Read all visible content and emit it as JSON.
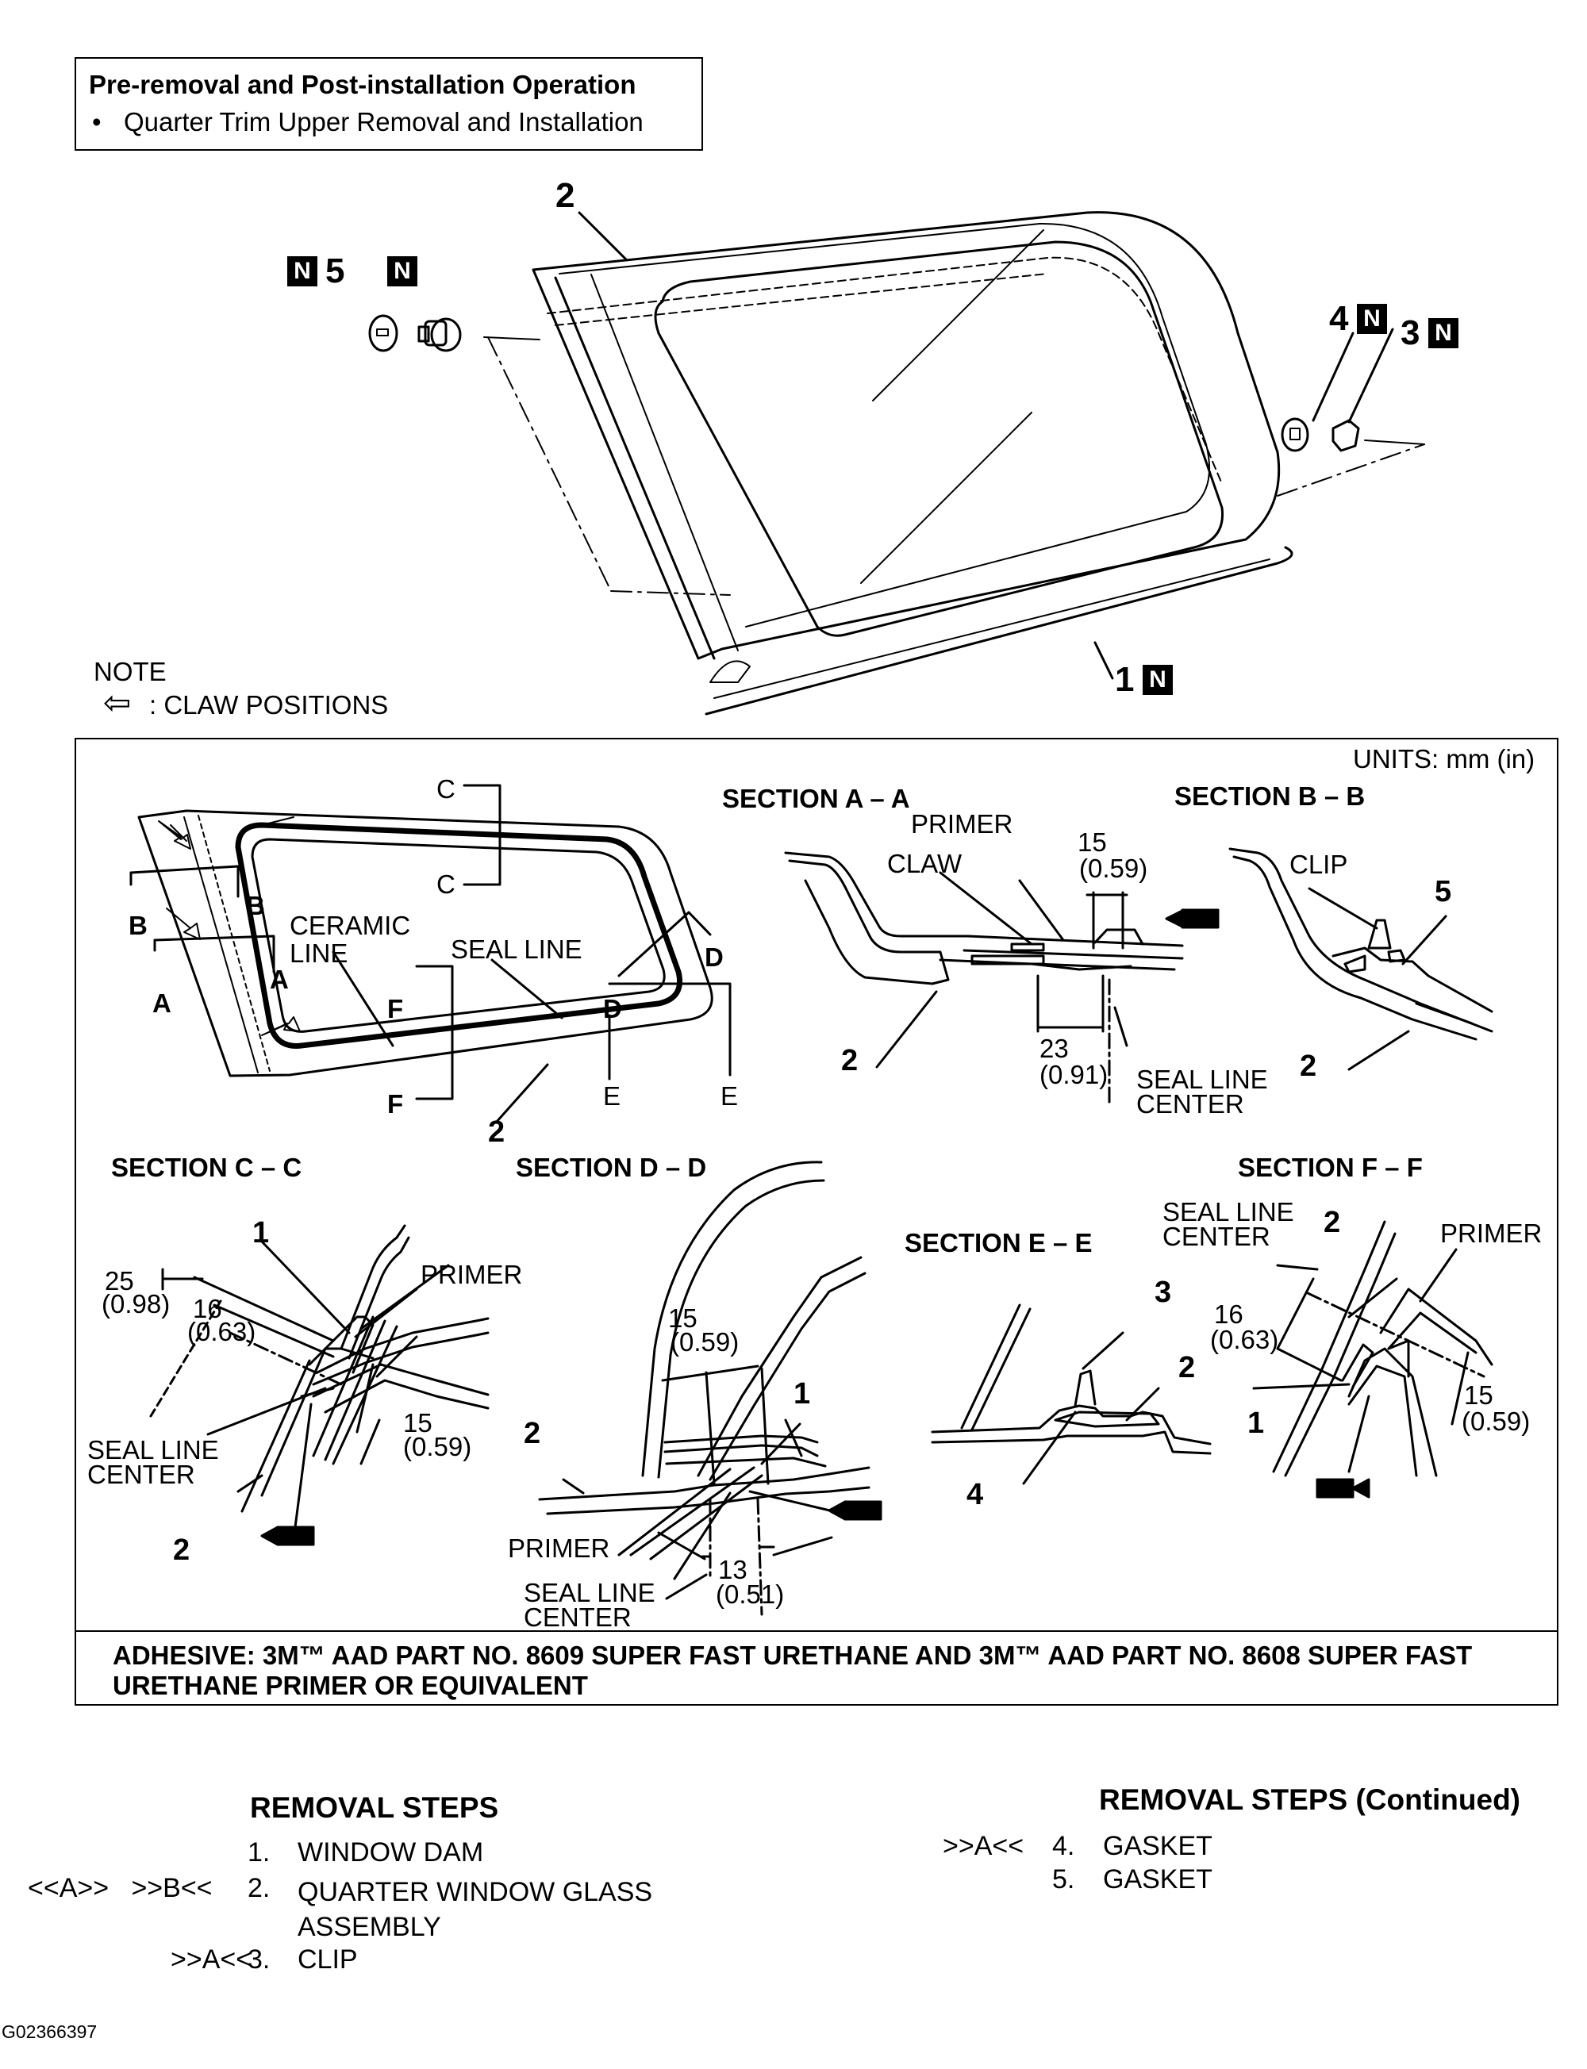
{
  "pre_op": {
    "title": "Pre-removal and Post-installation Operation",
    "bullet": "•",
    "item": "Quarter Trim Upper Removal and Installation"
  },
  "note": {
    "label": "NOTE",
    "arrow_glyph": "⇦",
    "claw_positions": ": CLAW POSITIONS"
  },
  "top_callouts": {
    "c2": "2",
    "c5": "5",
    "c4": "4",
    "c3": "3",
    "c1": "1",
    "n": "N"
  },
  "units": "UNITS: mm (in)",
  "overview": {
    "ceramic_line": "CERAMIC\nLINE",
    "seal_line": "SEAL LINE",
    "part": "2",
    "letters": {
      "a": "A",
      "b": "B",
      "c": "C",
      "d": "D",
      "e": "E",
      "f": "F"
    }
  },
  "section_aa": {
    "title": "SECTION A – A",
    "primer": "PRIMER",
    "claw": "CLAW",
    "dim1_mm": "15",
    "dim1_in": "(0.59)",
    "dim2_mm": "23",
    "dim2_in": "(0.91)",
    "seal_line_center": "SEAL LINE\nCENTER",
    "part": "2"
  },
  "section_bb": {
    "title": "SECTION B – B",
    "clip": "CLIP",
    "part5": "5",
    "part2": "2"
  },
  "section_cc": {
    "title": "SECTION C – C",
    "part1": "1",
    "primer": "PRIMER",
    "dim_outer_mm": "25",
    "dim_outer_in": "(0.98)",
    "dim_inner_mm": "16",
    "dim_inner_in": "(0.63)",
    "dim_low_mm": "15",
    "dim_low_in": "(0.59)",
    "seal_line_center": "SEAL LINE\nCENTER",
    "part2": "2"
  },
  "section_dd": {
    "title": "SECTION D – D",
    "dim_top_mm": "15",
    "dim_top_in": "(0.59)",
    "part1": "1",
    "part2": "2",
    "primer": "PRIMER",
    "seal_line_center": "SEAL LINE\nCENTER",
    "dim_bot_mm": "13",
    "dim_bot_in": "(0.51)"
  },
  "section_ee": {
    "title": "SECTION E – E",
    "part3": "3",
    "part2": "2",
    "part4": "4"
  },
  "section_ff": {
    "title": "SECTION F – F",
    "seal_line_center": "SEAL LINE\nCENTER",
    "part2": "2",
    "primer": "PRIMER",
    "dim_mm": "16",
    "dim_in": "(0.63)",
    "dim2_mm": "15",
    "dim2_in": "(0.59)",
    "part1": "1"
  },
  "adhesive": "ADHESIVE: 3M™ AAD PART NO. 8609 SUPER FAST URETHANE AND 3M™ AAD PART NO. 8608 SUPER FAST\nURETHANE PRIMER OR EQUIVALENT",
  "removal": {
    "title": "REMOVAL STEPS",
    "steps": [
      {
        "refs": "",
        "num": "1.",
        "text": "WINDOW DAM"
      },
      {
        "refs": "<<A>>   >>B<<",
        "num": "2.",
        "text": "QUARTER WINDOW GLASS\nASSEMBLY"
      },
      {
        "refs": ">>A<<",
        "num": "3.",
        "text": "CLIP"
      }
    ]
  },
  "removal_cont": {
    "title": "REMOVAL STEPS (Continued)",
    "steps": [
      {
        "refs": ">>A<<",
        "num": "4.",
        "text": "GASKET"
      },
      {
        "refs": "",
        "num": "5.",
        "text": "GASKET"
      }
    ]
  },
  "figure_id": "G02366397"
}
